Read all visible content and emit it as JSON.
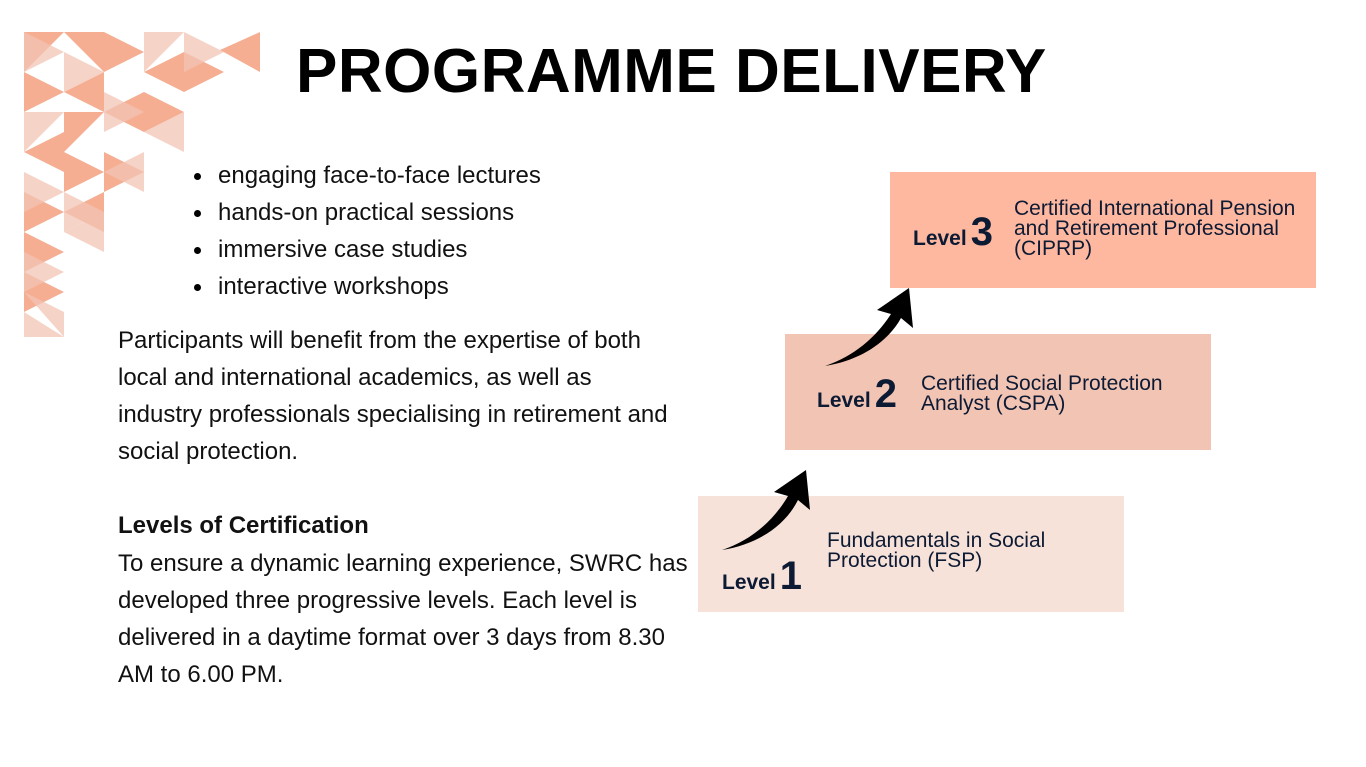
{
  "title": "PROGRAMME DELIVERY",
  "delivery_methods": [
    "engaging face-to-face lectures",
    "hands-on practical sessions",
    "immersive case studies",
    "interactive workshops"
  ],
  "intro_paragraph": "Participants will benefit from the expertise of both local and international academics, as well as industry professionals specialising in retirement and social protection.",
  "certification": {
    "heading": "Levels of Certification",
    "paragraph": "To ensure a dynamic learning experience, SWRC has developed three progressive levels. Each level is delivered in a daytime format over 3 days from 8.30 AM to 6.00 PM."
  },
  "levels": [
    {
      "word": "Level",
      "number": "3",
      "description": "Certified International Pension and Retirement Professional (CIPRP)",
      "color": "#ffb8a0"
    },
    {
      "word": "Level",
      "number": "2",
      "description": "Certified Social Protection Analyst (CSPA)",
      "color": "#f2c4b4"
    },
    {
      "word": "Level",
      "number": "1",
      "description": "Fundamentals in Social Protection (FSP)",
      "color": "#f7e2da"
    }
  ],
  "colors": {
    "accent_dark": "#f5a07f",
    "accent_light": "#f2c5b5",
    "level_text": "#0d1a33",
    "arrow": "#000000"
  },
  "icons": [
    "triangle-pattern-decoration",
    "curved-arrow-icon"
  ]
}
